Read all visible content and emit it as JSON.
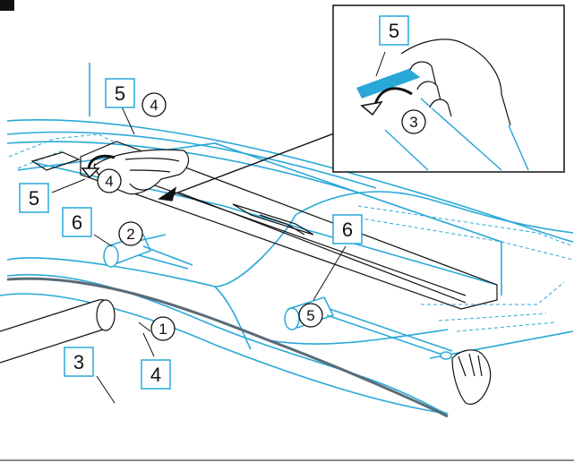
{
  "colors": {
    "accent": "#29a8d8",
    "line": "#111111",
    "dashed": "#29a8d8",
    "box_fill": "#ffffff",
    "inset_arrow": "#29a8d8"
  },
  "callouts": [
    {
      "id": "box5_top",
      "text": "5"
    },
    {
      "id": "box5_left",
      "text": "5"
    },
    {
      "id": "box5_inset",
      "text": "5"
    },
    {
      "id": "box6_left",
      "text": "6"
    },
    {
      "id": "box6_right",
      "text": "6"
    },
    {
      "id": "box3",
      "text": "3"
    },
    {
      "id": "box4",
      "text": "4"
    }
  ],
  "steps": [
    {
      "id": "circ4_top",
      "text": "4"
    },
    {
      "id": "circ4_hand",
      "text": "4"
    },
    {
      "id": "circ2",
      "text": "2"
    },
    {
      "id": "circ1",
      "text": "1"
    },
    {
      "id": "circ5",
      "text": "5"
    },
    {
      "id": "circ3_inset",
      "text": "3"
    }
  ],
  "icons": [
    "corner-mark-icon",
    "hand-icon",
    "rotate-arrow-icon",
    "pointer-arrow-icon"
  ]
}
